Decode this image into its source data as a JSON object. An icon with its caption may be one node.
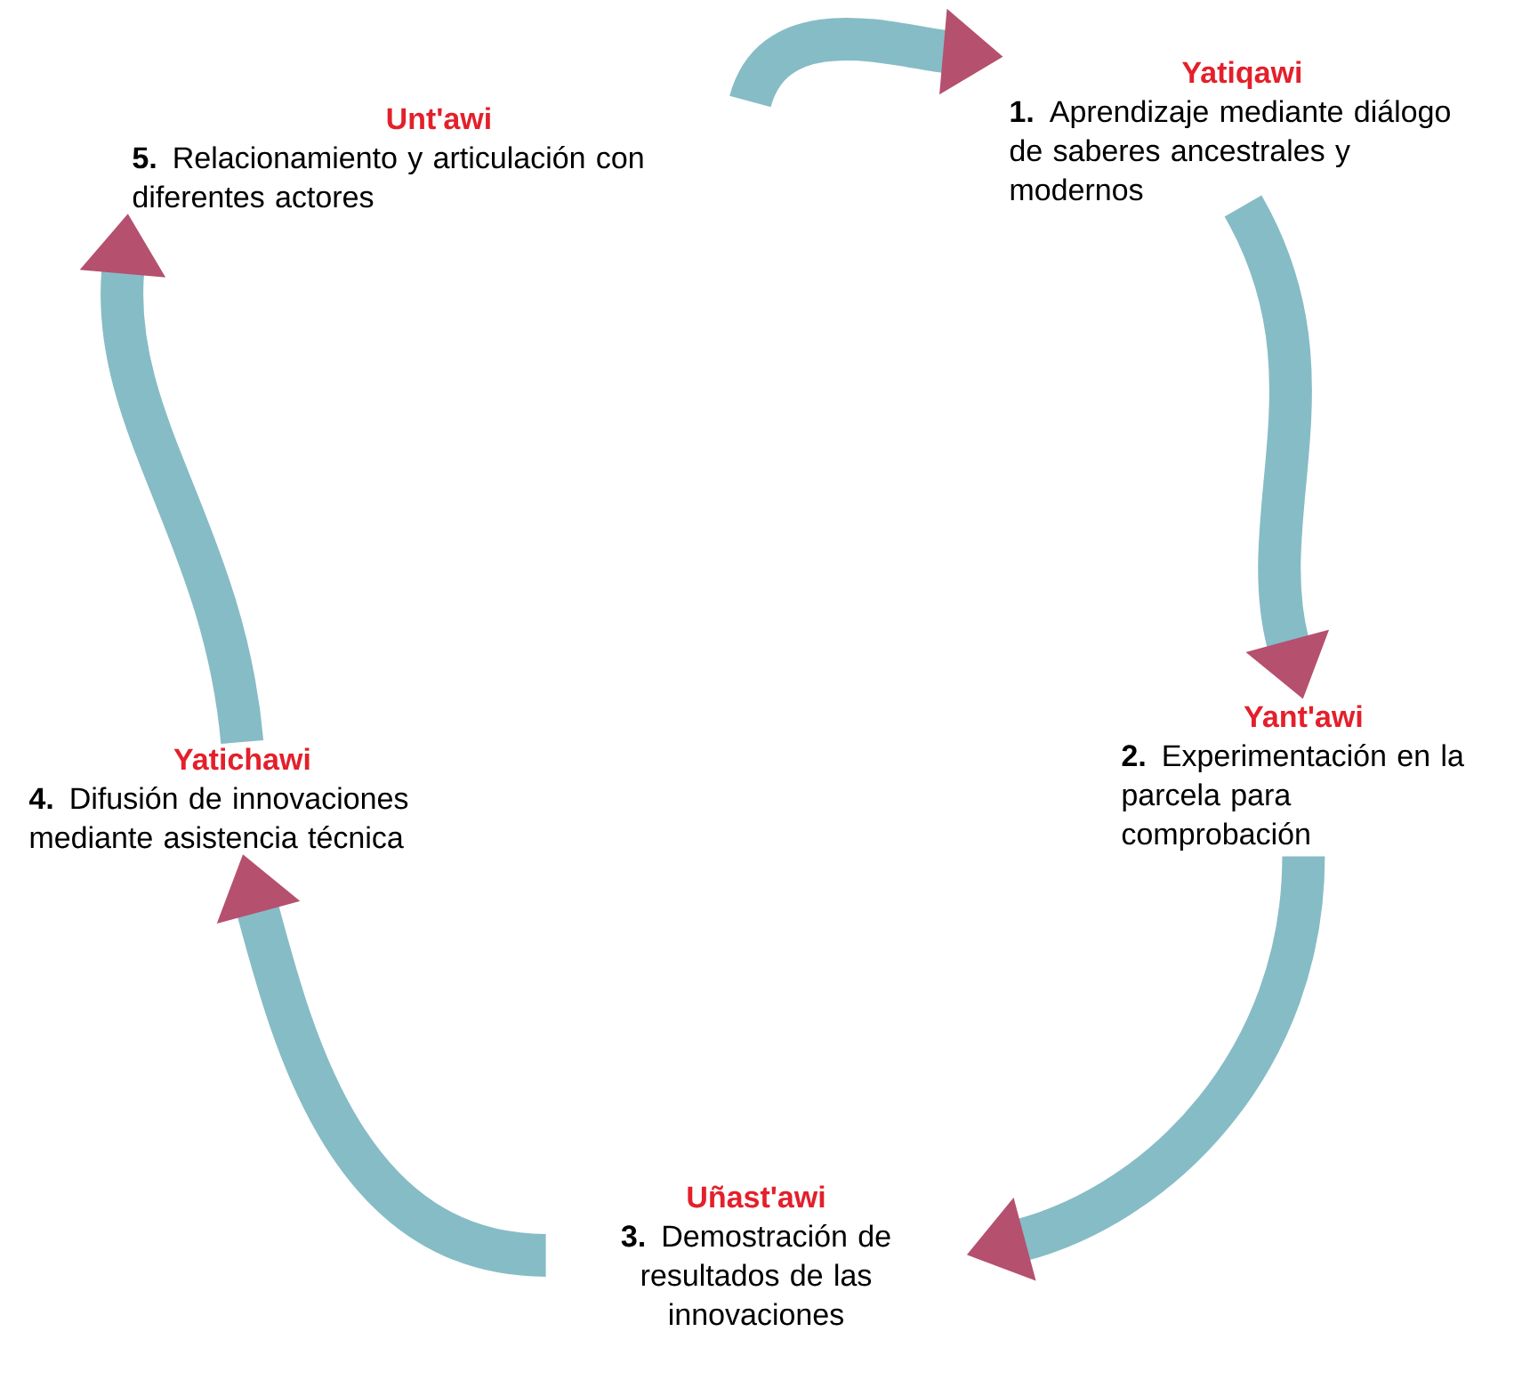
{
  "diagram": {
    "nodes": [
      {
        "text": [
          "Yatiqawi",
          "**1.** Aprendizaje mediante diálogo de saberes ancestrales y modernos"
        ]
      },
      {
        "text": [
          "Yant'awi",
          "**2.** Experimentación en la parcela para comprobación"
        ]
      },
      {
        "text": [
          "Uñast'awi",
          "**3.** Demostración de resultados de las innovaciones"
        ]
      },
      {
        "text": [
          "Yatichawi",
          "**4.** Difusión de innovaciones mediante asistencia técnica"
        ]
      },
      {
        "text": [
          "Unt'awi",
          "**5.** Relacionamiento y articulación con diferentes actores"
        ]
      }
    ],
    "edges": [
      {
        "from": 4,
        "to": 0,
        "arrow": "to"
      },
      {
        "from": 0,
        "to": 1,
        "arrow": "to"
      },
      {
        "from": 1,
        "to": 2,
        "arrow": "to"
      },
      {
        "from": 2,
        "to": 3,
        "arrow": "to"
      },
      {
        "from": 3,
        "to": 4,
        "arrow": "to"
      }
    ]
  }
}
